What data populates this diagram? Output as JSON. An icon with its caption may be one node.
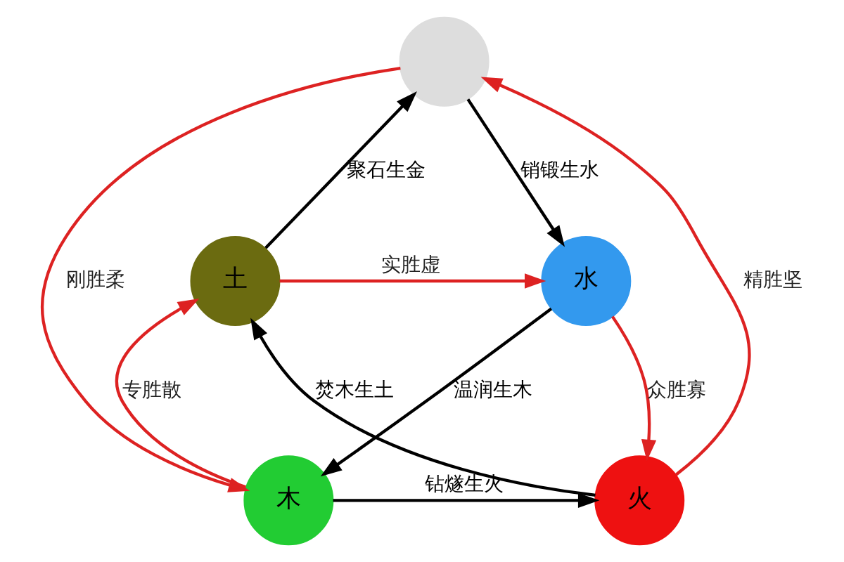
{
  "diagram": {
    "nodes": [
      {
        "text": [],
        "shape": "circle"
      },
      {
        "text": [
          "水"
        ]
      },
      {
        "text": [
          "木"
        ]
      },
      {
        "text": [
          "火"
        ]
      },
      {
        "text": [
          "土"
        ]
      }
    ],
    "edges": [
      {
        "from": 4,
        "to": 0,
        "arrow": "to",
        "label": "聚石生金"
      },
      {
        "from": 0,
        "to": 1,
        "arrow": "to",
        "label": "销锻生水"
      },
      {
        "from": 1,
        "to": 2,
        "arrow": "to",
        "label": "温润生木"
      },
      {
        "from": 2,
        "to": 3,
        "arrow": "to",
        "label": "钻燧生火"
      },
      {
        "from": 3,
        "to": 4,
        "arrow": "to",
        "label": "焚木生土"
      },
      {
        "from": 4,
        "to": 1,
        "arrow": "to",
        "label": "实胜虚",
        "color": "#dd2222"
      },
      {
        "from": 0,
        "to": 2,
        "arrow": "to",
        "label": "刚胜柔",
        "color": "#dd2222"
      },
      {
        "from": 1,
        "to": 3,
        "arrow": "to",
        "label": "众胜寡",
        "color": "#dd2222"
      },
      {
        "from": 3,
        "to": 0,
        "arrow": "to",
        "label": "精胜坚",
        "color": "#dd2222"
      },
      {
        "from": 2,
        "to": 4,
        "arrow": "to",
        "label": "专胜散",
        "color": "#dd2222"
      }
    ]
  }
}
